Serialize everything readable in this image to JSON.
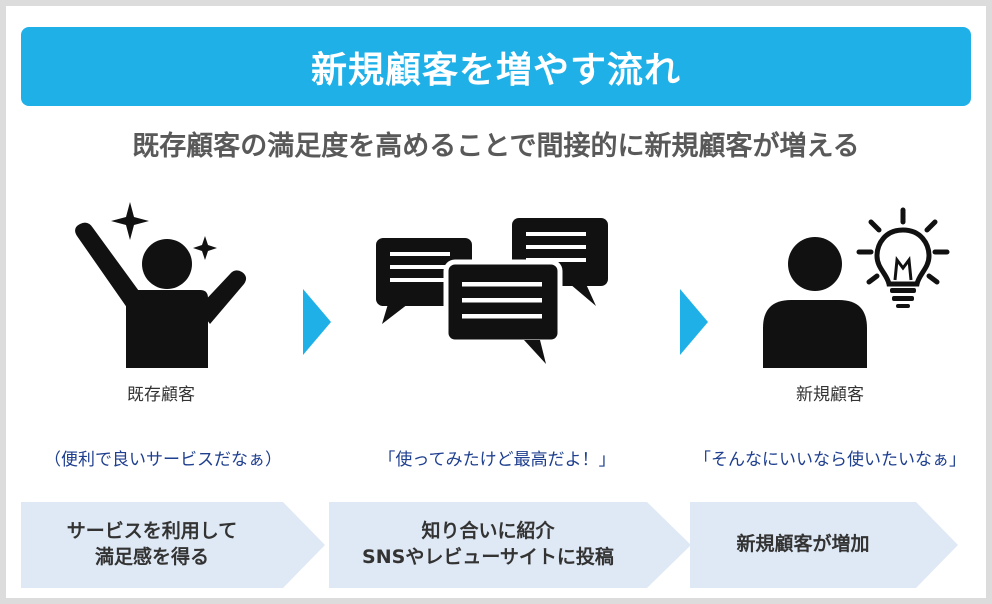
{
  "title": "新規顧客を増やす流れ",
  "subtitle": "既存顧客の満足度を高めることで間接的に新規顧客が増える",
  "columns": [
    {
      "caption": "既存顧客",
      "quote": "（便利で良いサービスだなぁ）",
      "icon": "cheering-person-icon",
      "step_lines": [
        "サービスを利用して",
        "満足感を得る"
      ]
    },
    {
      "caption": "",
      "quote": "「使ってみたけど最高だよ！」",
      "icon": "speech-bubbles-icon",
      "step_lines": [
        "知り合いに紹介",
        "SNSやレビューサイトに投稿"
      ]
    },
    {
      "caption": "新規顧客",
      "quote": "「そんなにいいなら使いたいなぁ」",
      "icon": "person-lightbulb-icon",
      "step_lines": [
        "新規顧客が増加"
      ]
    }
  ],
  "colors": {
    "banner": "#1fb0e8",
    "arrow": "#1fb0e8",
    "step_fill": "#dfe9f5",
    "quote_text": "#1f3f8f",
    "subtitle_text": "#595959"
  }
}
